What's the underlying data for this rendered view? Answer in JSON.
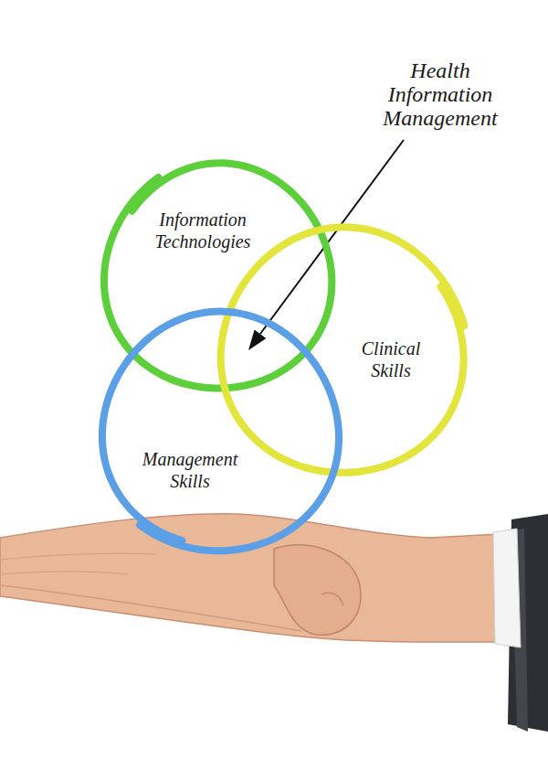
{
  "diagram": {
    "nodes": [
      {
        "text": [
          "Information Technologies"
        ]
      },
      {
        "text": [
          "Clinical Skills"
        ]
      },
      {
        "text": [
          "Management Skills"
        ]
      }
    ],
    "labels": [
      "Health Information Management"
    ]
  }
}
